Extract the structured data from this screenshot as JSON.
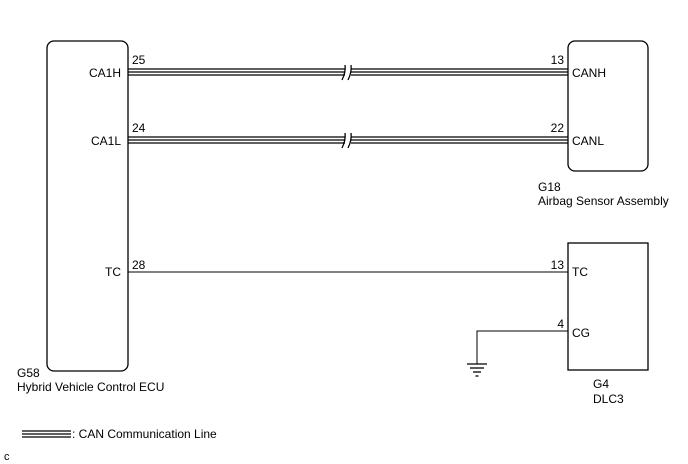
{
  "ecu": {
    "code": "G58",
    "name": "Hybrid Vehicle Control ECU"
  },
  "airbag": {
    "code": "G18",
    "name": "Airbag Sensor Assembly"
  },
  "dlc": {
    "code": "G4",
    "name": "DLC3"
  },
  "ecu_terminals": [
    {
      "label": "CA1H",
      "pin": "25"
    },
    {
      "label": "CA1L",
      "pin": "24"
    },
    {
      "label": "TC",
      "pin": "28"
    }
  ],
  "airbag_terminals": [
    {
      "label": "CANH",
      "pin": "13"
    },
    {
      "label": "CANL",
      "pin": "22"
    }
  ],
  "dlc_terminals": [
    {
      "label": "TC",
      "pin": "13"
    },
    {
      "label": "CG",
      "pin": "4"
    }
  ],
  "legend": {
    "text": ": CAN Communication Line"
  },
  "corner_mark": "c"
}
